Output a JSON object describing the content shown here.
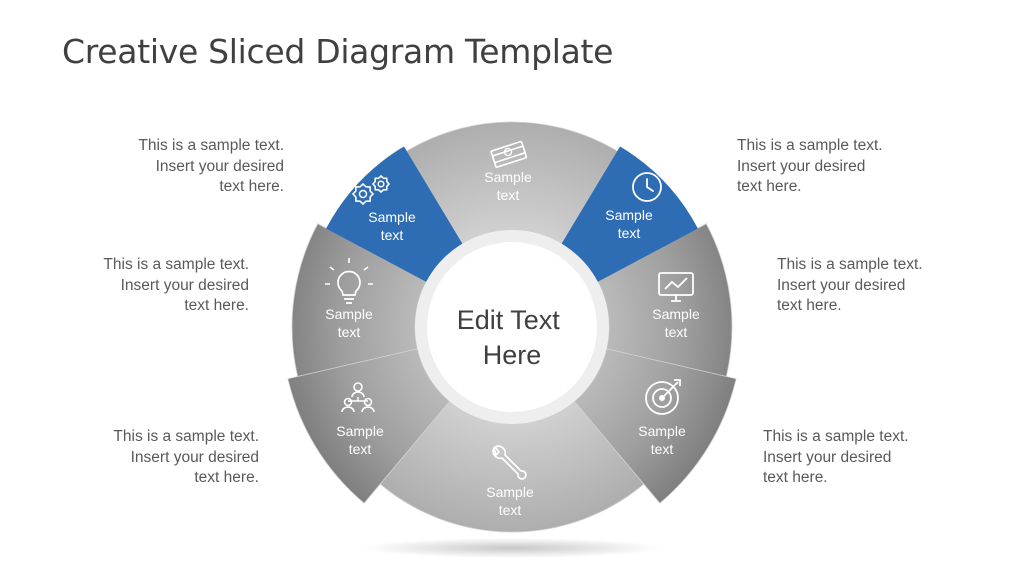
{
  "slide": {
    "title": "Creative Sliced Diagram Template",
    "center_text": [
      "Edit Text",
      "Here"
    ]
  },
  "descriptions": [
    "This is a sample text.\nInsert your desired\ntext here.",
    "This is a sample text.\nInsert your desired\ntext here.",
    "This is a sample text.\nInsert your desired\ntext here.",
    "This is a sample text.\nInsert your desired\ntext here.",
    "This is a sample text.\nInsert your desired\ntext here.",
    "This is a sample text.\nInsert your desired\ntext here."
  ],
  "segments": [
    {
      "name": "top",
      "icon": "money-icon",
      "label": [
        "Sample",
        "text"
      ],
      "highlight": false
    },
    {
      "name": "top-right",
      "icon": "clock-icon",
      "label": [
        "Sample",
        "text"
      ],
      "highlight": true
    },
    {
      "name": "right-upper",
      "icon": "chart-monitor-icon",
      "label": [
        "Sample",
        "text"
      ],
      "highlight": false
    },
    {
      "name": "right-lower",
      "icon": "target-icon",
      "label": [
        "Sample",
        "text"
      ],
      "highlight": false
    },
    {
      "name": "bottom",
      "icon": "wrench-icon",
      "label": [
        "Sample",
        "text"
      ],
      "highlight": false
    },
    {
      "name": "left-lower",
      "icon": "team-icon",
      "label": [
        "Sample",
        "text"
      ],
      "highlight": false
    },
    {
      "name": "left-upper",
      "icon": "lightbulb-icon",
      "label": [
        "Sample",
        "text"
      ],
      "highlight": false
    },
    {
      "name": "top-left",
      "icon": "gears-icon",
      "label": [
        "Sample",
        "text"
      ],
      "highlight": true
    }
  ],
  "colors": {
    "highlight": "#2e6db4",
    "segment": "#b9b9b9",
    "segment_dark": "#8f8f8f",
    "ring_light": "#f2f2f2",
    "text": "#595959"
  }
}
